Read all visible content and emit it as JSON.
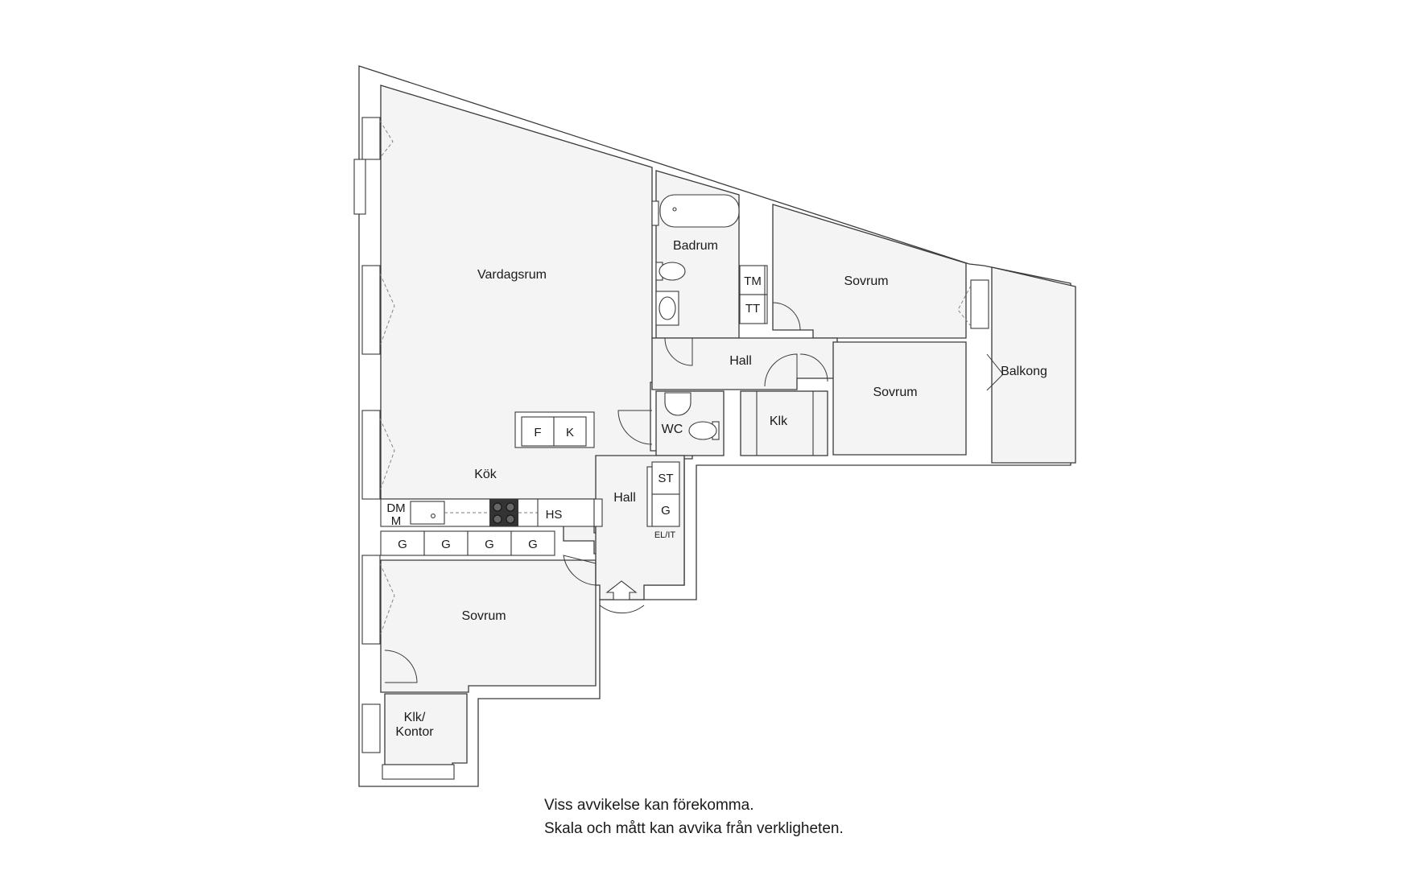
{
  "rooms": {
    "vardagsrum": "Vardagsrum",
    "badrum": "Badrum",
    "sovrum_ne": "Sovrum",
    "sovrum_e": "Sovrum",
    "sovrum_sw": "Sovrum",
    "hall_n": "Hall",
    "hall_c": "Hall",
    "balkong": "Balkong",
    "wc": "WC",
    "klk": "Klk",
    "kok": "Kök",
    "klk_kontor_1": "Klk/",
    "klk_kontor_2": "Kontor"
  },
  "fixtures": {
    "tm": "TM",
    "tt": "TT",
    "freezer": "F",
    "fridge": "K",
    "dishwasher_1": "DM",
    "dishwasher_2": "M",
    "hs": "HS",
    "st": "ST",
    "g": "G",
    "el_it": "EL/IT",
    "wardrobes": [
      "G",
      "G",
      "G",
      "G"
    ]
  },
  "disclaimer": {
    "line1": "Viss avvikelse kan förekomma.",
    "line2": "Skala och mått kan avvika från verkligheten."
  }
}
